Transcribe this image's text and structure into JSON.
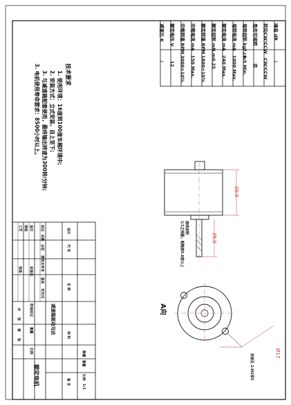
{
  "specs": [
    {
      "label": "减速比  K",
      "value": "/"
    },
    {
      "label": "额定电压  V",
      "value": "12"
    },
    {
      "label": "空载转速  RPM",
      "value": "3000±10%"
    },
    {
      "label": "空载电流  mA",
      "value": "150 Max."
    },
    {
      "label": "额定转速  RPM",
      "value": "1800±10%"
    },
    {
      "label": "额定扭矩  mN.m",
      "value": "0.25"
    },
    {
      "label": "额定电流  mA",
      "value": "240 Max."
    },
    {
      "label": "堵转电流  mA",
      "value": "1000 Max."
    },
    {
      "label": "堵转扭矩  kgf.cm",
      "value": "1.5 Min."
    },
    {
      "label": "是否可堵转",
      "value": "否"
    },
    {
      "label": "转向CW/CCW",
      "value": "CW/CCW"
    },
    {
      "label": "噪音  dB",
      "value": "/"
    }
  ],
  "notes": {
    "title": "技术要求",
    "lines": [
      "1. 使用环境：16度到100度车厢环境中;",
      "2. 安装方式：立式安装，自上至下;",
      "3. 与减速箱配套使用，最终输出转速为300转/分钟;",
      "3. 电机使用寿命要求：8500小时以上。"
    ]
  },
  "dimensions": {
    "body_diameter": "20.0",
    "shaft_length": "35.0",
    "face_diameter": "Ø17"
  },
  "annotations": {
    "shaft_note_1": "接线说明",
    "shaft_note_2": "1/1正视图，粗糙度0.8度以上",
    "view_label": "A向",
    "face_note": "安装孔 2-M2深3"
  },
  "title_block": {
    "product_name": "减速箱驱动马达",
    "drawing_type": "额定电机",
    "hdr_design": "设计",
    "hdr_code": "代  号",
    "hdr_name": "名  称",
    "hdr_material": "材  料",
    "hdr_remark": "备  注",
    "hdr_qty": "数量",
    "hdr_weight": "重量",
    "hdr_scale": "比例",
    "hdr_ratio": "1:1",
    "row_labels": [
      "标记",
      "处数",
      "分区",
      "更改文件号",
      "签名",
      "年月日"
    ],
    "role_labels": [
      "设计",
      "审核",
      "工艺",
      "标准化",
      "批准"
    ],
    "stage_labels": [
      "阶段标记",
      "重量",
      "比例"
    ],
    "sheet_labels": [
      "共",
      "张",
      "第",
      "张"
    ]
  }
}
